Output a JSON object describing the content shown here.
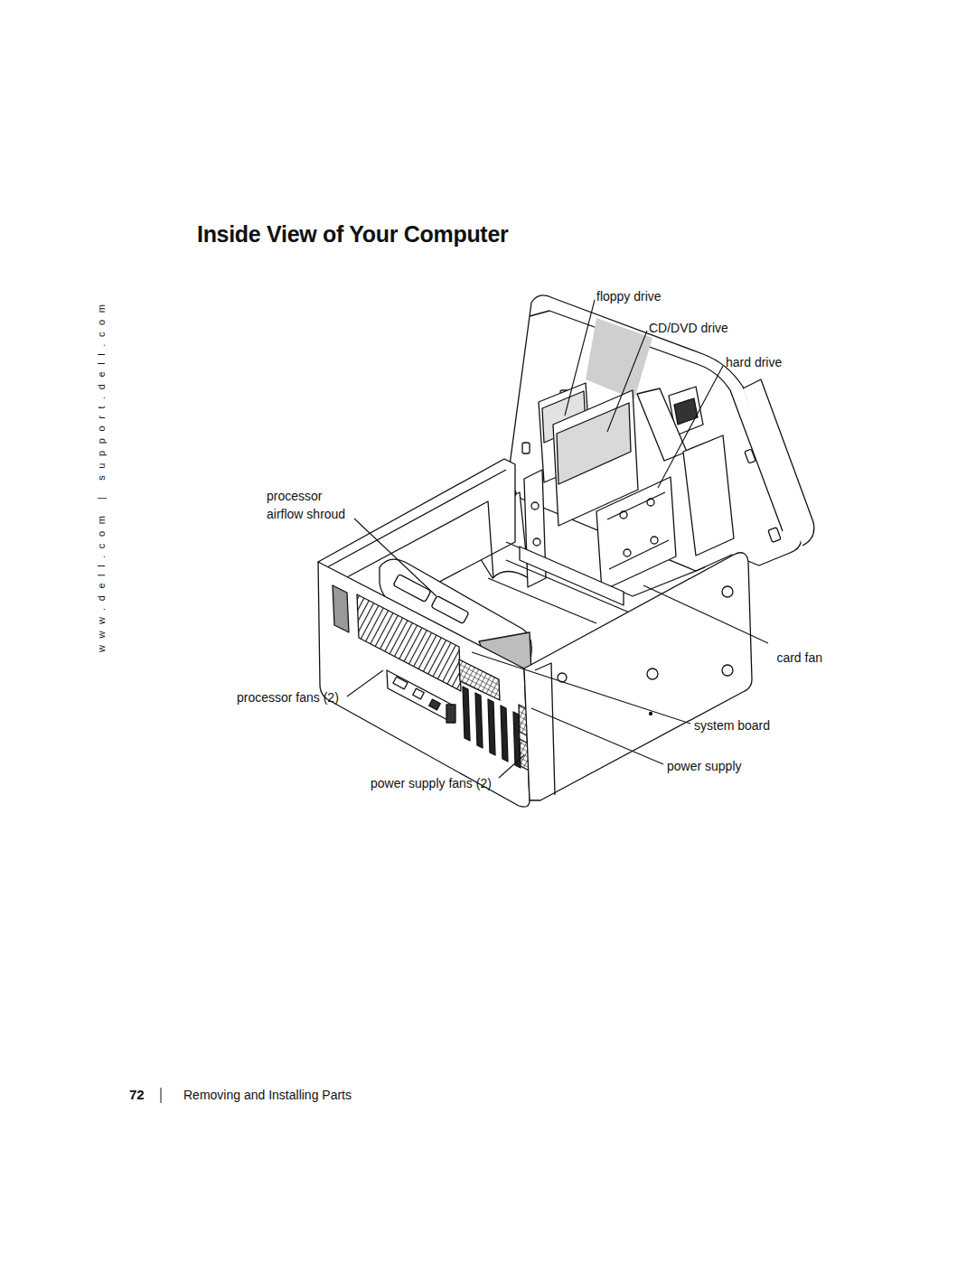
{
  "diagram": {
    "title": "Inside View of Your Computer",
    "labels": [
      "floppy drive",
      "CD/DVD drive",
      "hard drive",
      "processor airflow shroud",
      "card fan",
      "processor fans (2)",
      "system board",
      "power supply",
      "power supply fans (2)",
      "72",
      "Removing and Installing Parts",
      "www.dell.com | support.dell.com"
    ]
  }
}
